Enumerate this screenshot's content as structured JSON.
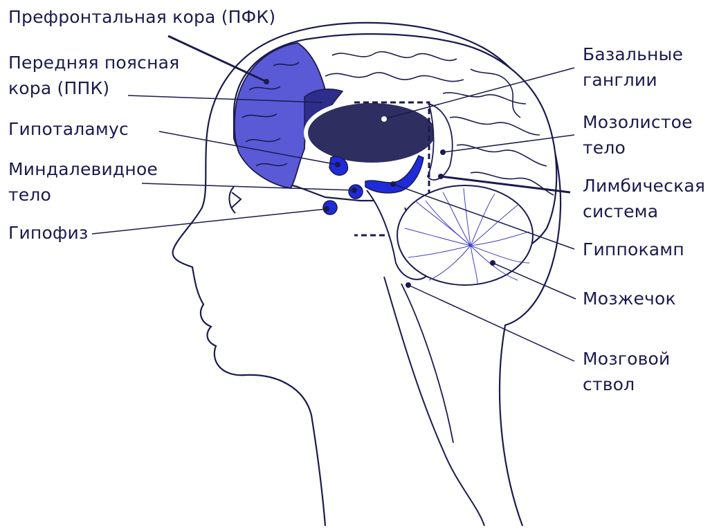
{
  "labels": {
    "pfc": "Префронтальная кора (ПФК)",
    "acc_line1": "Передняя поясная",
    "acc_line2": "кора (ППК)",
    "hypothalamus": "Гипоталамус",
    "amygdala_line1": "Миндалевидное",
    "amygdala_line2": "тело",
    "pituitary": "Гипофиз",
    "basal_line1": "Базальные",
    "basal_line2": "ганглии",
    "corpus_line1": "Мозолистое",
    "corpus_line2": "тело",
    "limbic_line1": "Лимбическая",
    "limbic_line2": "система",
    "hippocampus": "Гиппокамп",
    "cerebellum": "Мозжечок",
    "brainstem_line1": "Мозговой",
    "brainstem_line2": "ствол"
  },
  "colors": {
    "outline": "#1a1a4e",
    "cortex_highlight": "#5a5ad6",
    "basal_ganglia": "#2e2e60",
    "limbic_blue": "#1f2bd8",
    "cerebellum_lines": "#3d3dc8"
  }
}
